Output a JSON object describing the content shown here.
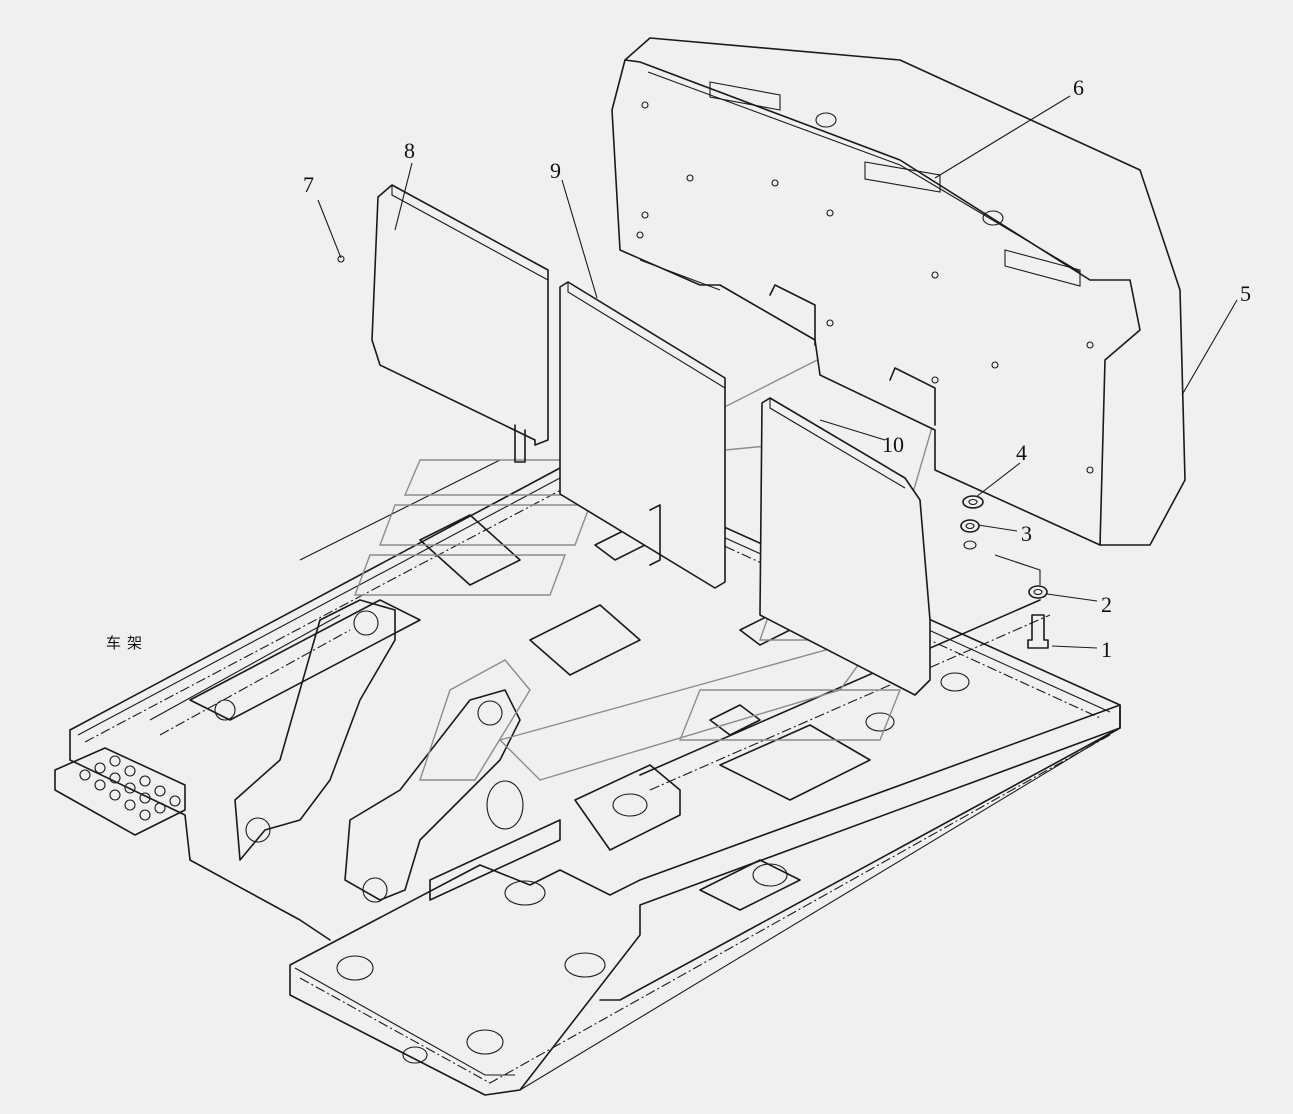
{
  "frame_label": "车架",
  "callouts": [
    {
      "id": "1",
      "text": "1"
    },
    {
      "id": "2",
      "text": "2"
    },
    {
      "id": "3",
      "text": "3"
    },
    {
      "id": "4",
      "text": "4"
    },
    {
      "id": "5",
      "text": "5"
    },
    {
      "id": "6",
      "text": "6"
    },
    {
      "id": "7",
      "text": "7"
    },
    {
      "id": "8",
      "text": "8"
    },
    {
      "id": "9",
      "text": "9"
    },
    {
      "id": "10",
      "text": "10"
    }
  ],
  "colors": {
    "background": "#f0f0f0",
    "line": "#1a1a1a",
    "watermark": "#8c8c8c"
  }
}
